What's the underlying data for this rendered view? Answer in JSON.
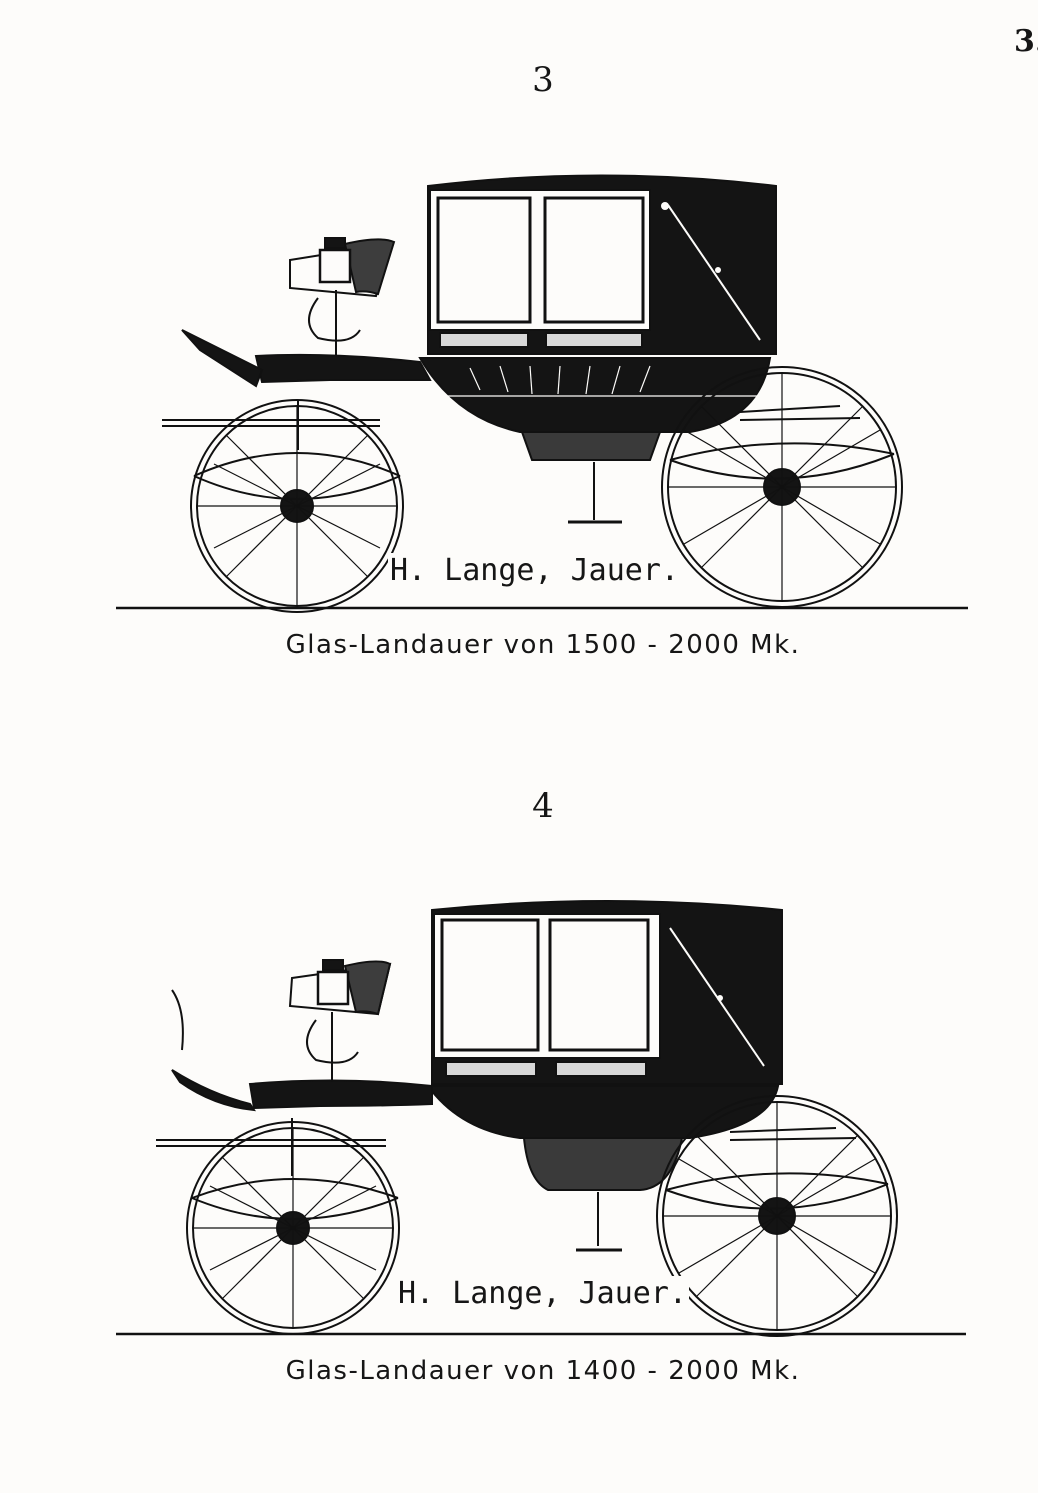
{
  "page_marker": "3.",
  "plates": [
    {
      "number": "3",
      "maker": "H. Lange, Jauer.",
      "caption": "Glas-Landauer von 1500 - 2000 Mk."
    },
    {
      "number": "4",
      "maker": "H. Lange, Jauer.",
      "caption": "Glas-Landauer von 1400 - 2000 Mk."
    }
  ]
}
